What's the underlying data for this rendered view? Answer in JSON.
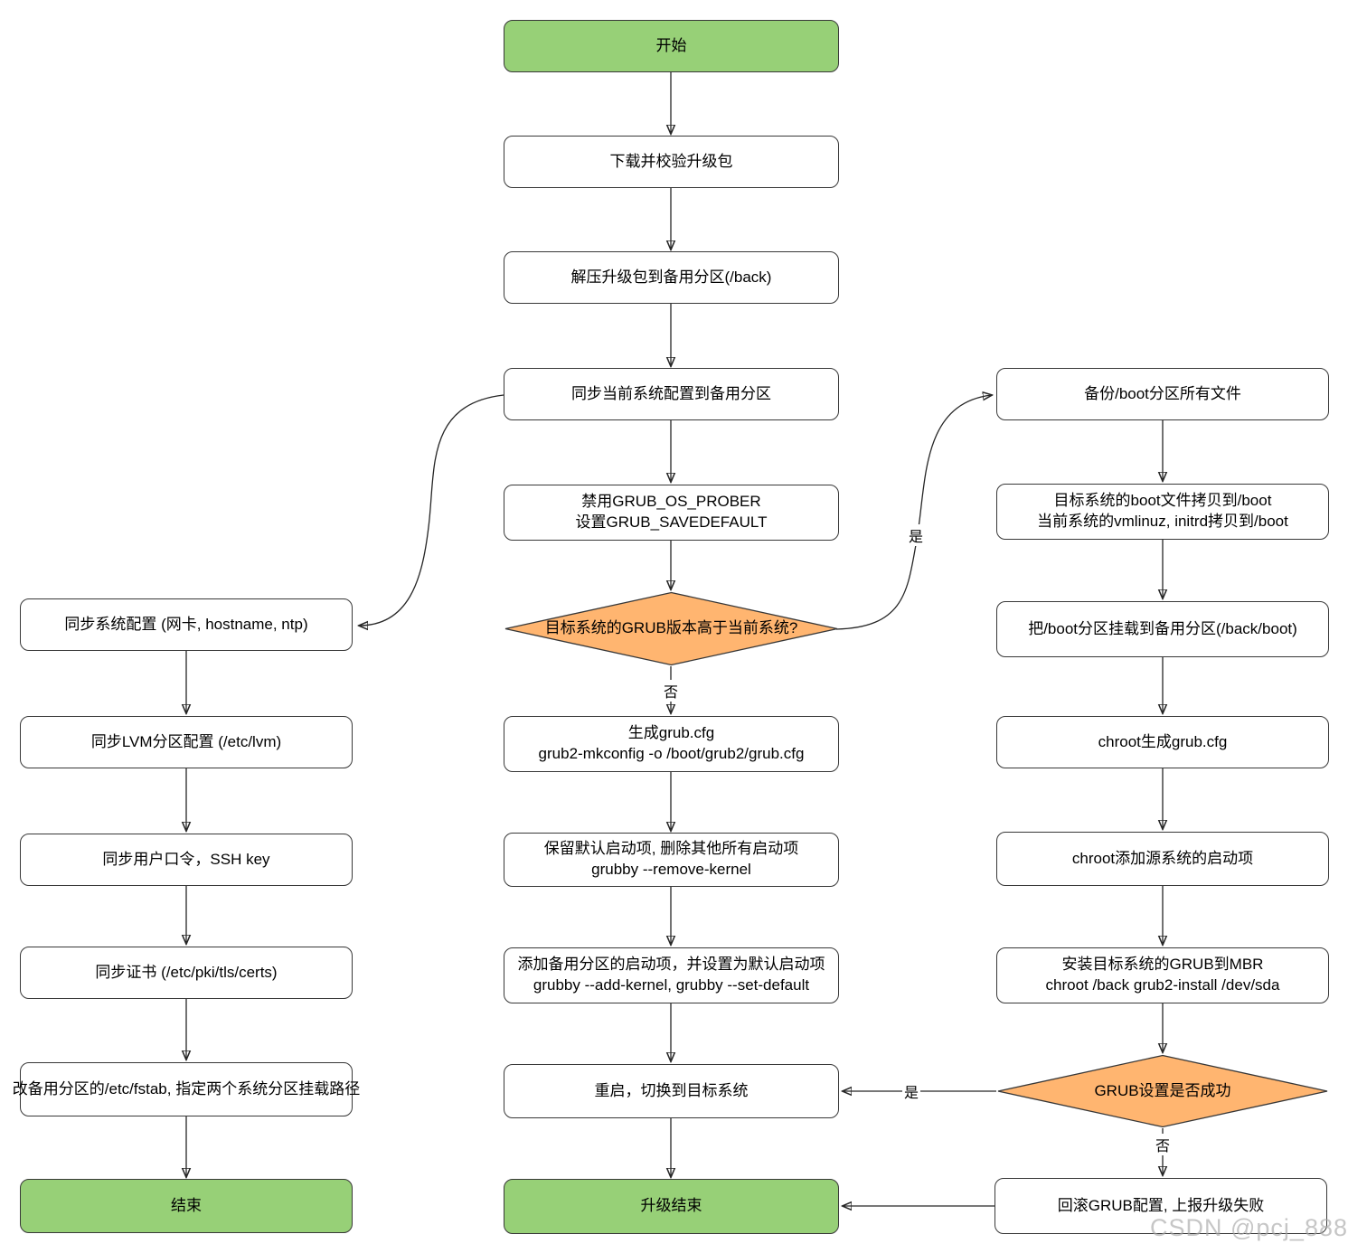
{
  "diagram_type": "flowchart",
  "colors": {
    "terminal_fill": "#97d077",
    "decision_fill": "#ffb570",
    "process_fill": "#ffffff",
    "border": "#383838",
    "edge": "#262626",
    "watermark": "#a8a8a8"
  },
  "nodes": {
    "start": {
      "label": "开始"
    },
    "download": {
      "label": "下载并校验升级包"
    },
    "extract": {
      "label": "解压升级包到备用分区(/back)"
    },
    "sync_current": {
      "label": "同步当前系统配置到备用分区"
    },
    "grub_flags": {
      "line1": "禁用GRUB_OS_PROBER",
      "line2": "设置GRUB_SAVEDEFAULT"
    },
    "grub_version_decision": {
      "label": "目标系统的GRUB版本高于当前系统?"
    },
    "gen_grubcfg": {
      "line1": "生成grub.cfg",
      "line2": "grub2-mkconfig -o /boot/grub2/grub.cfg"
    },
    "keep_default": {
      "line1": "保留默认启动项, 删除其他所有启动项",
      "line2": "grubby --remove-kernel"
    },
    "add_default": {
      "line1": "添加备用分区的启动项，并设置为默认启动项",
      "line2": "grubby --add-kernel, grubby --set-default"
    },
    "reboot": {
      "label": "重启，切换到目标系统"
    },
    "upgrade_end": {
      "label": "升级结束"
    },
    "sync_sys": {
      "label": "同步系统配置 (网卡, hostname, ntp)"
    },
    "sync_lvm": {
      "label": "同步LVM分区配置 (/etc/lvm)"
    },
    "sync_pwd": {
      "label": "同步用户口令，SSH key"
    },
    "sync_cert": {
      "label": "同步证书 (/etc/pki/tls/certs)"
    },
    "fstab": {
      "label": "改备用分区的/etc/fstab, 指定两个系统分区挂载路径"
    },
    "end": {
      "label": "结束"
    },
    "backup_boot": {
      "label": "备份/boot分区所有文件"
    },
    "copy_boot": {
      "line1": "目标系统的boot文件拷贝到/boot",
      "line2": "当前系统的vmlinuz, initrd拷贝到/boot"
    },
    "mount_boot": {
      "label": "把/boot分区挂载到备用分区(/back/boot)"
    },
    "chroot_cfg": {
      "label": "chroot生成grub.cfg"
    },
    "chroot_add": {
      "label": "chroot添加源系统的启动项"
    },
    "install_grub": {
      "line1": "安装目标系统的GRUB到MBR",
      "line2": "chroot /back grub2-install /dev/sda"
    },
    "grub_ok_decision": {
      "label": "GRUB设置是否成功"
    },
    "rollback": {
      "label": "回滚GRUB配置, 上报升级失败"
    }
  },
  "edge_labels": {
    "version_no": "否",
    "version_yes": "是",
    "ok_yes": "是",
    "ok_no": "否"
  },
  "watermark": "CSDN @pcj_888"
}
